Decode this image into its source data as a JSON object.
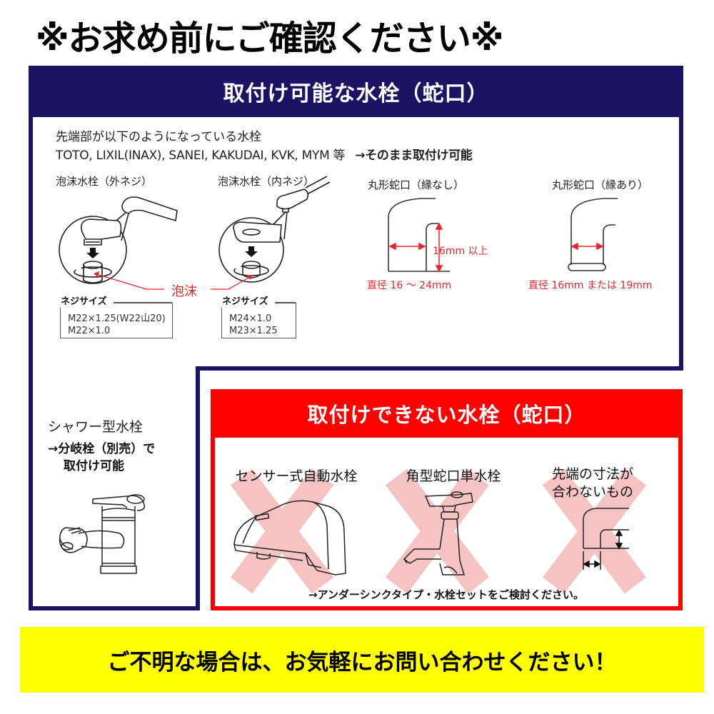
{
  "title": "※お求め前にご確認ください※",
  "compatible": {
    "header": "取付け可能な水栓（蛇口）",
    "intro_line1": "先端部が以下のようになっている水栓",
    "intro_brands": "TOTO, LIXIL(INAX), SANEI, KAKUDAI, KVK, MYM 等",
    "intro_result": "→そのまま取付け可能",
    "types": [
      {
        "label": "泡沫水栓（外ネジ）",
        "thread_label": "ネジサイズ",
        "threads": [
          "M22×1.25(W22山20)",
          "M22×1.0"
        ]
      },
      {
        "label": "泡沫水栓（内ネジ）",
        "thread_label": "ネジサイズ",
        "threads": [
          "M24×1.0",
          "M23×1.25"
        ]
      },
      {
        "label": "丸形蛇口（縁なし）",
        "dimension_height": "16mm 以上",
        "dimension_diameter": "直径 16 ～ 24mm"
      },
      {
        "label": "丸形蛇口（縁あり）",
        "dimension_diameter": "直径 16mm または 19mm"
      }
    ],
    "aerator_callout": "泡沫",
    "shower": {
      "label": "シャワー型水栓",
      "note_line1": "→分岐栓（別売）で",
      "note_line2": "取付け可能"
    }
  },
  "incompatible": {
    "header": "取付けできない水栓（蛇口）",
    "types": [
      {
        "label": "センサー式自動水栓"
      },
      {
        "label": "角型蛇口単水栓"
      },
      {
        "label_line1": "先端の寸法が",
        "label_line2": "合わないもの"
      }
    ],
    "note": "→アンダーシンクタイプ・水栓セットをご検討ください。"
  },
  "footer": "ご不明な場合は、お気軽にお問い合わせください！",
  "colors": {
    "navy": "#1b1464",
    "red": "#ff0000",
    "yellow": "#ffff00",
    "annotation_red": "#e8242a",
    "cross_pink": "#f6c3c3"
  }
}
